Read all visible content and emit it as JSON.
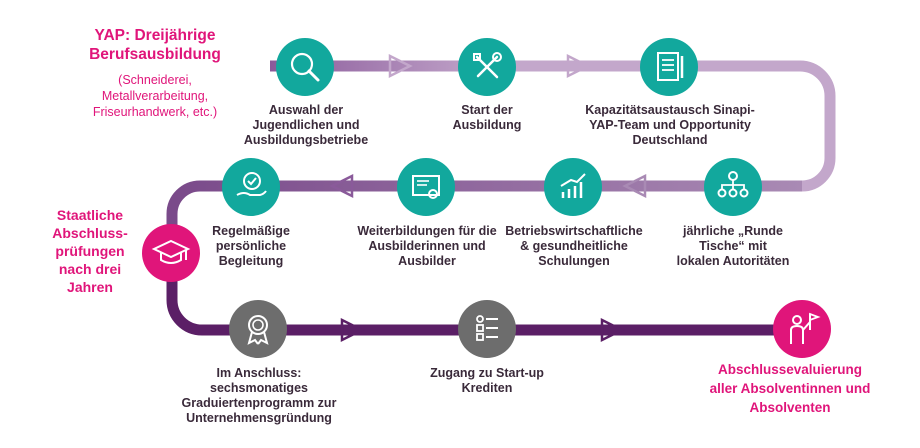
{
  "title": "YAP: Dreijährige Berufsausbildung",
  "subtitle": "(Schneiderei, Metallverarbeitung, Friseurhandwerk, etc.)",
  "side_label": "Staatliche Abschluss-prüfungen nach drei Jahren",
  "colors": {
    "teal": "#12a89d",
    "grey": "#6d6d6d",
    "pink": "#e0157a",
    "track_light": "#c3a7cb",
    "track_mid": "#8a5a9a",
    "track_dark": "#5b1f66"
  },
  "row1": [
    {
      "icon": "search-icon",
      "label": "Auswahl der Jugendlichen und Ausbildungsbetriebe"
    },
    {
      "icon": "tools-icon",
      "label": "Start der Ausbildung"
    },
    {
      "icon": "document-icon",
      "label": "Kapazitätsaustausch Sinapi-YAP-Team und Opportunity Deutschland"
    }
  ],
  "row2": [
    {
      "icon": "hand-check-icon",
      "label": "Regelmäßige persönliche Begleitung"
    },
    {
      "icon": "certificate-icon",
      "label": "Weiterbildungen für die Ausbilderinnen und Ausbilder"
    },
    {
      "icon": "growth-chart-icon",
      "label": "Betriebswirtschaftliche & gesundheitliche Schulungen"
    },
    {
      "icon": "network-icon",
      "label": "jährliche „Runde Tische“ mit lokalen Autoritäten"
    }
  ],
  "row3": [
    {
      "icon": "award-icon",
      "label_bold": "Im Anschluss:",
      "label": "sechsmonatiges Graduiertenprogramm zur Unternehmensgründung"
    },
    {
      "icon": "checklist-icon",
      "label": "Zugang zu Start-up Krediten"
    },
    {
      "icon": "flag-person-icon",
      "label": "Abschlussevaluierung aller Absolventinnen und Absolventen"
    }
  ]
}
